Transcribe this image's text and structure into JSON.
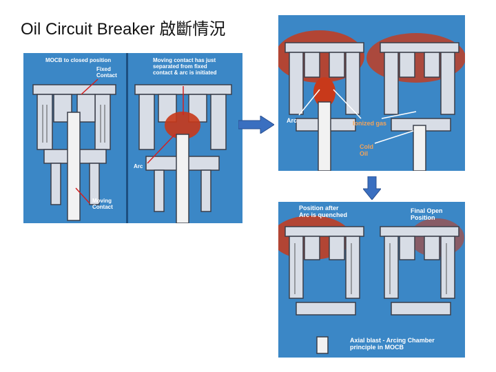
{
  "title": "Oil Circuit Breaker 啟斷情況",
  "panel1": {
    "label_left_title": "MOCB to closed position",
    "label_fixed": "Fixed\nContact",
    "label_moving": "Moving\nContact",
    "label_right_title": "Moving contact has just\nseparated from fixed\ncontact & arc is initiated",
    "label_arc": "Arc"
  },
  "panel2": {
    "label_arc": "Arc",
    "label_ionized": "Ionized gas",
    "label_cold": "Cold\nOil"
  },
  "panel3": {
    "label_position": "Position after\nArc is quenched",
    "label_final": "Final Open\nPosition",
    "label_caption": "Axial blast - Arcing Chamber\nprinciple in MOCB"
  },
  "colors": {
    "panel_blue": "#3b87c6",
    "arrow_blue": "#3a6fc0",
    "arc_red": "#c8391a"
  }
}
